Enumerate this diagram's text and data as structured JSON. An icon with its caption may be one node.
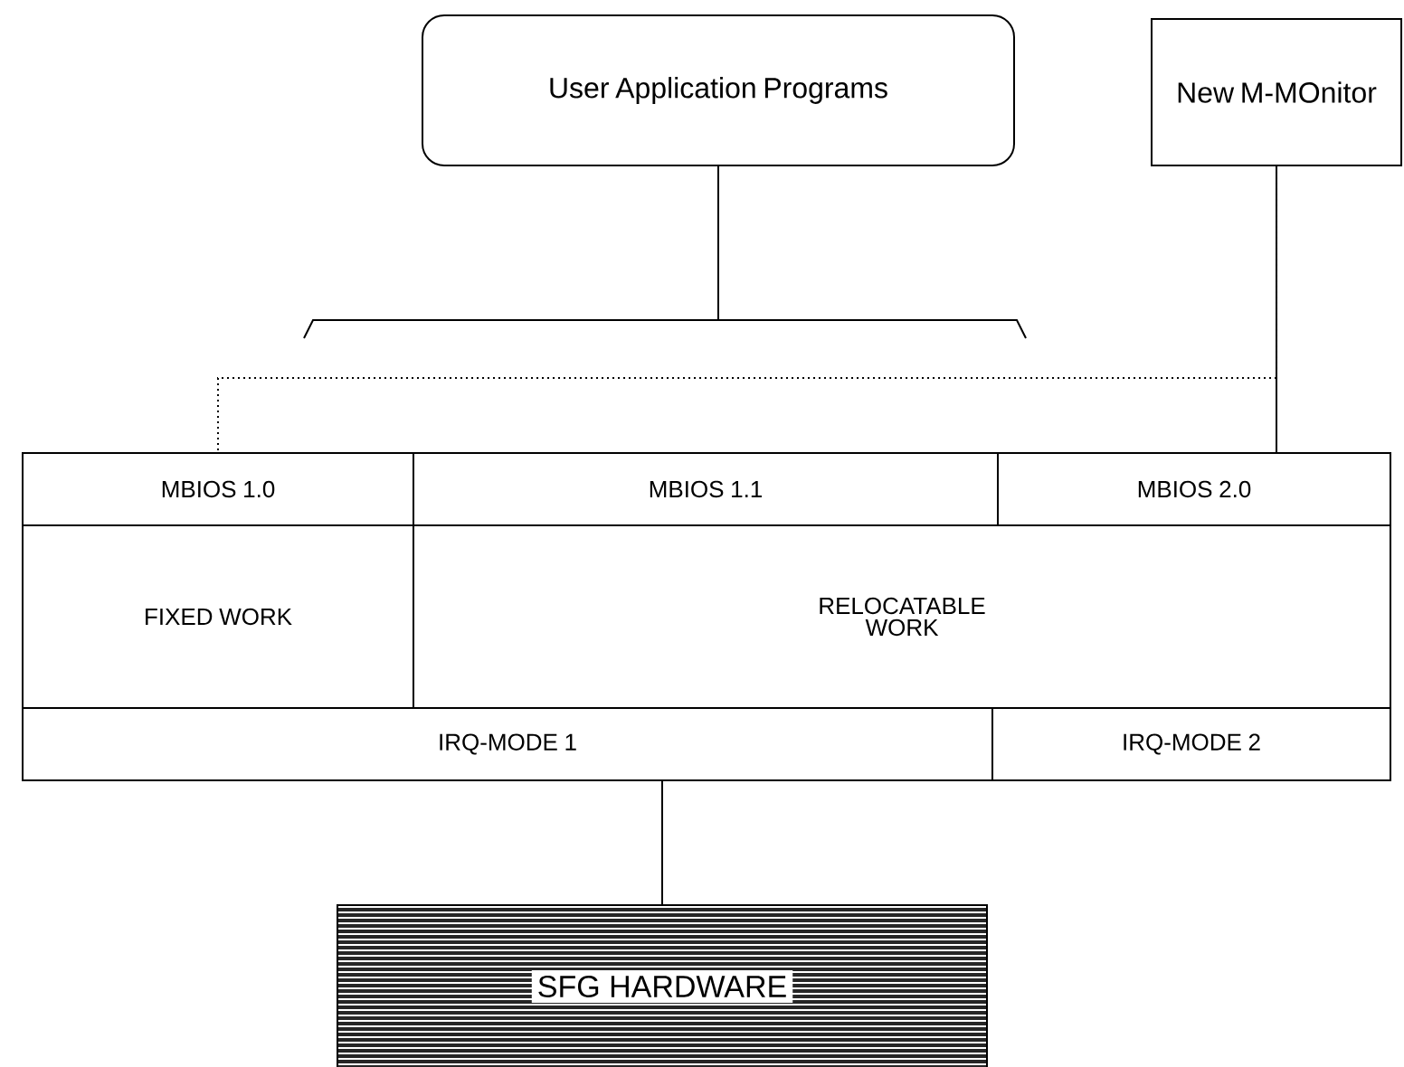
{
  "diagram": {
    "nodes": [
      {
        "text": [
          "User Application Programs"
        ]
      },
      {
        "text": [
          "New M-MOnitor"
        ]
      },
      {
        "text": [
          "MBIOS 1.0"
        ]
      },
      {
        "text": [
          "MBIOS 1.1"
        ]
      },
      {
        "text": [
          "MBIOS 2.0"
        ]
      },
      {
        "text": [
          "FIXED WORK"
        ]
      },
      {
        "text": [
          "RELOCATABLE WORK"
        ]
      },
      {
        "text": [
          "IRQ-MODE 1"
        ]
      },
      {
        "text": [
          "IRQ-MODE 2"
        ]
      },
      {
        "text": [
          "SFG HARDWARE"
        ]
      },
      {
        "text": [],
        "shape": "bracket"
      }
    ],
    "edges": [
      {
        "from": 0,
        "to": 10,
        "arrow": "none"
      },
      {
        "from": 1,
        "to": 4,
        "arrow": "none"
      },
      {
        "from": 1,
        "to": 2,
        "arrow": "none",
        "style": "dashed"
      },
      {
        "from": 7,
        "to": 9,
        "arrow": "none"
      }
    ]
  }
}
